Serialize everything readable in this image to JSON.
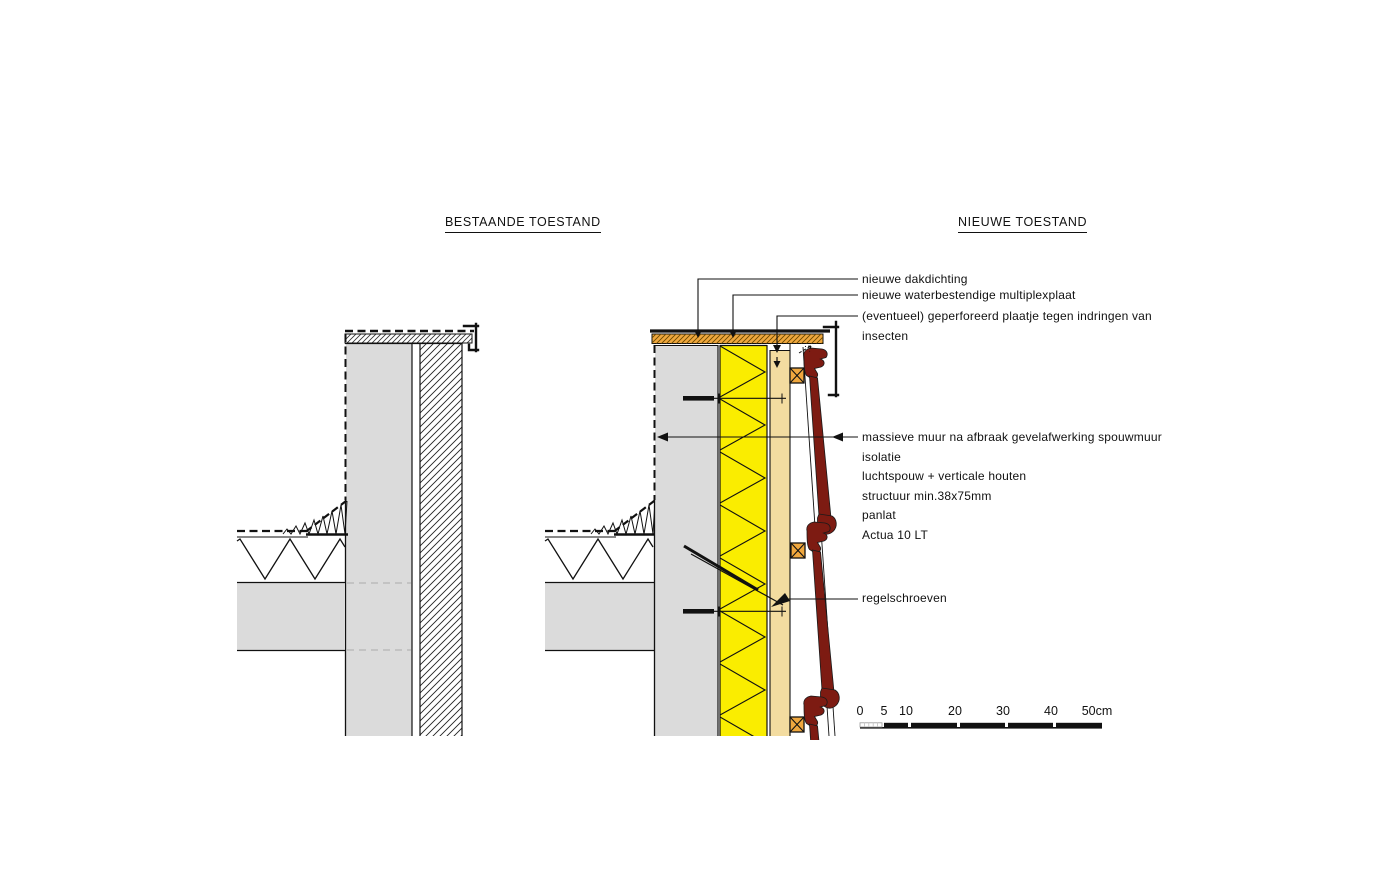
{
  "titles": {
    "left": "BESTAANDE TOESTAND",
    "right": "NIEUWE TOESTAND"
  },
  "annotations": {
    "dakdichting": "nieuwe dakdichting",
    "multiplexplaat": "nieuwe waterbestendige multiplexplaat",
    "perforated_plate": "(eventueel) geperforeerd plaatje tegen indringen van\ninsecten",
    "layer_stack": "massieve muur na afbraak gevelafwerking spouwmuur\nisolatie\nluchtspouw + verticale houten\nstructuur min.38x75mm\npanlat\nActua 10 LT",
    "regelschroeven": "regelschroeven"
  },
  "scale_bar": {
    "ticks": [
      "0",
      "5",
      "10",
      "20",
      "30",
      "40",
      "50cm"
    ]
  },
  "materials": {
    "wall_gray": "#DBDBDB",
    "insulation_yellow": "#FAED00",
    "wood_tan": "#F3DCA0",
    "batten_orange": "#EFA73E",
    "tile_maroon": "#7D1B12",
    "line_black": "#111111"
  }
}
